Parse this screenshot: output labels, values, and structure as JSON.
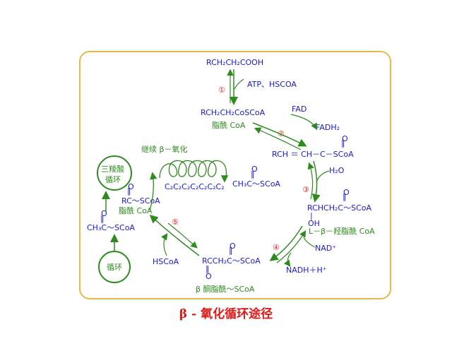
{
  "title": "β - 氧化循环途径",
  "colors": {
    "frame": "#e6b84a",
    "compound": "#1a1acc",
    "label": "#2e8b1e",
    "step": "#e02020",
    "title": "#e01818"
  },
  "steps": [
    "①",
    "②",
    "③",
    "④",
    "⑤"
  ],
  "compounds": {
    "fatty_acid": "RCH₂CH₂COOH",
    "acyl_coa_formula": "RCH₂CH₂CoSCoA",
    "acyl_coa_name": "脂酰 CoA",
    "enoyl_coa": "RCH ＝ CH－C－SCoA",
    "enoyl_o": "O",
    "hydroxy_coa": "RCHCH₂C～SCoA",
    "hydroxy_oh": "OH",
    "hydroxy_o": "O",
    "hydroxy_name": "L－β－羟脂酰 CoA",
    "keto_coa": "RCCH₂C～SCoA",
    "keto_o_top": "O",
    "keto_o_bottom": "O",
    "keto_name": "β 酮脂酰～SCoA",
    "acetyl_coa": "CH₃C～SCoA",
    "acetyl_o": "O",
    "short_acyl": "RC～SCoA",
    "short_acyl_o": "O",
    "short_acyl_name": "脂酰 CoA",
    "acetyl_coa_2": "CH₃C～SCoA",
    "acetyl_o_2": "O"
  },
  "cofactors": {
    "atp": "ATP、HSCOA",
    "fad": "FAD",
    "fadh2": "FADH₂",
    "h2o": "H₂O",
    "nad": "NAD⁺",
    "nadh": "NADH＋H⁺",
    "hscoa": "HSCoA"
  },
  "labels": {
    "continue": "继续 β－氧化",
    "chain": "C₂C₂C₂C₂C₂C₂C₂",
    "tca": [
      "三羧酸",
      "循环"
    ],
    "cycle": "循环"
  }
}
